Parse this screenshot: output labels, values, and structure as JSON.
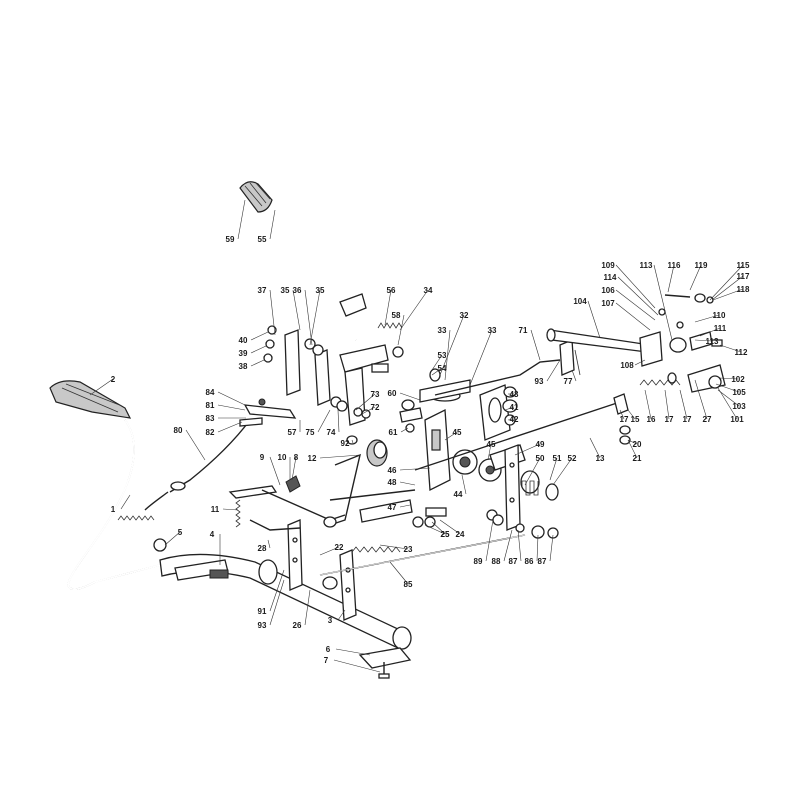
{
  "diagram": {
    "labels": [
      "1",
      "2",
      "3",
      "4",
      "5",
      "6",
      "7",
      "8",
      "9",
      "10",
      "11",
      "12",
      "13",
      "15",
      "16",
      "17",
      "17",
      "17",
      "20",
      "21",
      "22",
      "23",
      "24",
      "25",
      "25",
      "26",
      "27",
      "28",
      "32",
      "33",
      "33",
      "34",
      "35",
      "35",
      "36",
      "37",
      "38",
      "39",
      "40",
      "41",
      "42",
      "43",
      "44",
      "45",
      "45",
      "46",
      "47",
      "48",
      "49",
      "50",
      "51",
      "52",
      "53",
      "54",
      "55",
      "56",
      "57",
      "58",
      "59",
      "60",
      "61",
      "71",
      "72",
      "73",
      "74",
      "75",
      "77",
      "80",
      "81",
      "82",
      "83",
      "84",
      "85",
      "86",
      "87",
      "87",
      "88",
      "89",
      "91",
      "92",
      "93",
      "93",
      "101",
      "102",
      "103",
      "104",
      "105",
      "106",
      "107",
      "108",
      "109",
      "110",
      "111",
      "112",
      "113",
      "113",
      "114",
      "115",
      "116",
      "117",
      "118",
      "119"
    ]
  }
}
